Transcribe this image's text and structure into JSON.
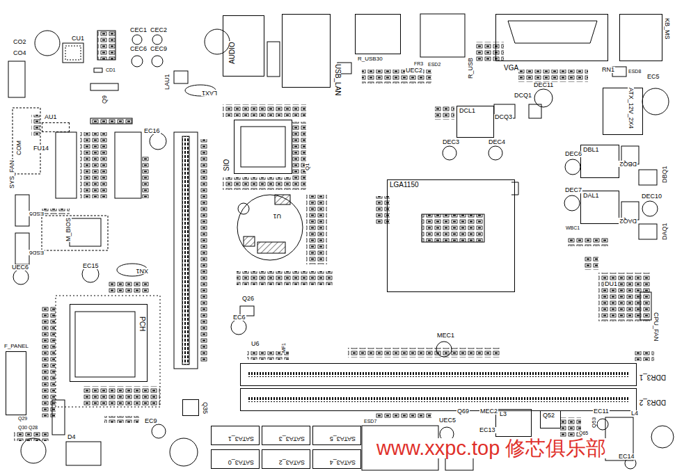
{
  "diagram": {
    "nodes": [
      {
        "text": [
          "LGA1150"
        ]
      },
      {
        "text": [
          "SIO"
        ]
      },
      {
        "text": [
          "PCH"
        ]
      },
      {
        "text": [
          "VGA"
        ]
      },
      {
        "text": [
          "AUDIO"
        ]
      },
      {
        "text": [
          "USB_LAN"
        ]
      },
      {
        "text": [
          "R_USB30"
        ]
      },
      {
        "text": [
          "DDR3_1"
        ]
      },
      {
        "text": [
          "DDR3_2"
        ]
      },
      {
        "text": [
          "SATA3_1"
        ]
      },
      {
        "text": [
          "SATA3_3"
        ]
      },
      {
        "text": [
          "SATA3_5"
        ]
      },
      {
        "text": [
          "SATA3_0"
        ]
      },
      {
        "text": [
          "SATA3_2"
        ]
      },
      {
        "text": [
          "SATA3_4"
        ]
      },
      {
        "text": [
          "ATX_12V_2X4"
        ]
      },
      {
        "text": [
          "KB_MS"
        ]
      },
      {
        "text": [
          "DCL1"
        ]
      },
      {
        "text": [
          "DBL1"
        ]
      },
      {
        "text": [
          "DAL1"
        ]
      },
      {
        "text": [
          "F_PANEL"
        ]
      },
      {
        "text": [
          "L3"
        ]
      },
      {
        "text": [
          "Q52"
        ]
      },
      {
        "text": [
          "Q35"
        ]
      },
      {
        "text": [
          "AU1"
        ]
      }
    ],
    "labels": [
      "CO2",
      "CO4",
      "CU1",
      "CEC1",
      "CEC2",
      "CEC6",
      "CEC9",
      "CD1",
      "LAU1",
      "LAX1",
      "Q9",
      "EC16",
      "COM",
      "FU14",
      "SYS_FAN",
      "ESD5",
      "M_BIOS",
      "ESD6",
      "UEC6",
      "EC15",
      "XN1",
      "Q26",
      "EC6",
      "U6",
      "MF1",
      "EC9",
      "D4",
      "Q29",
      "Q30",
      "Q28",
      "U1",
      "Q1",
      "UEC2",
      "FR3",
      "ESD2",
      "R_USB",
      "RN1",
      "ESD8",
      "EC5",
      "DEC11",
      "DCQ1",
      "DCQ3",
      "DEC3",
      "DEC4",
      "DEC6",
      "DBQ2",
      "DBQ1",
      "DEC7",
      "DEC10",
      "DAQ2",
      "DAQ1",
      "WBC1",
      "DU1",
      "CPU_FAN",
      "MEC1",
      "Q69",
      "MEC2",
      "UEC5",
      "EC13",
      "EC11",
      "Q53",
      "L4",
      "Q65",
      "EC14",
      "ESD7",
      "www.xxpc.top 修芯俱乐部"
    ]
  }
}
